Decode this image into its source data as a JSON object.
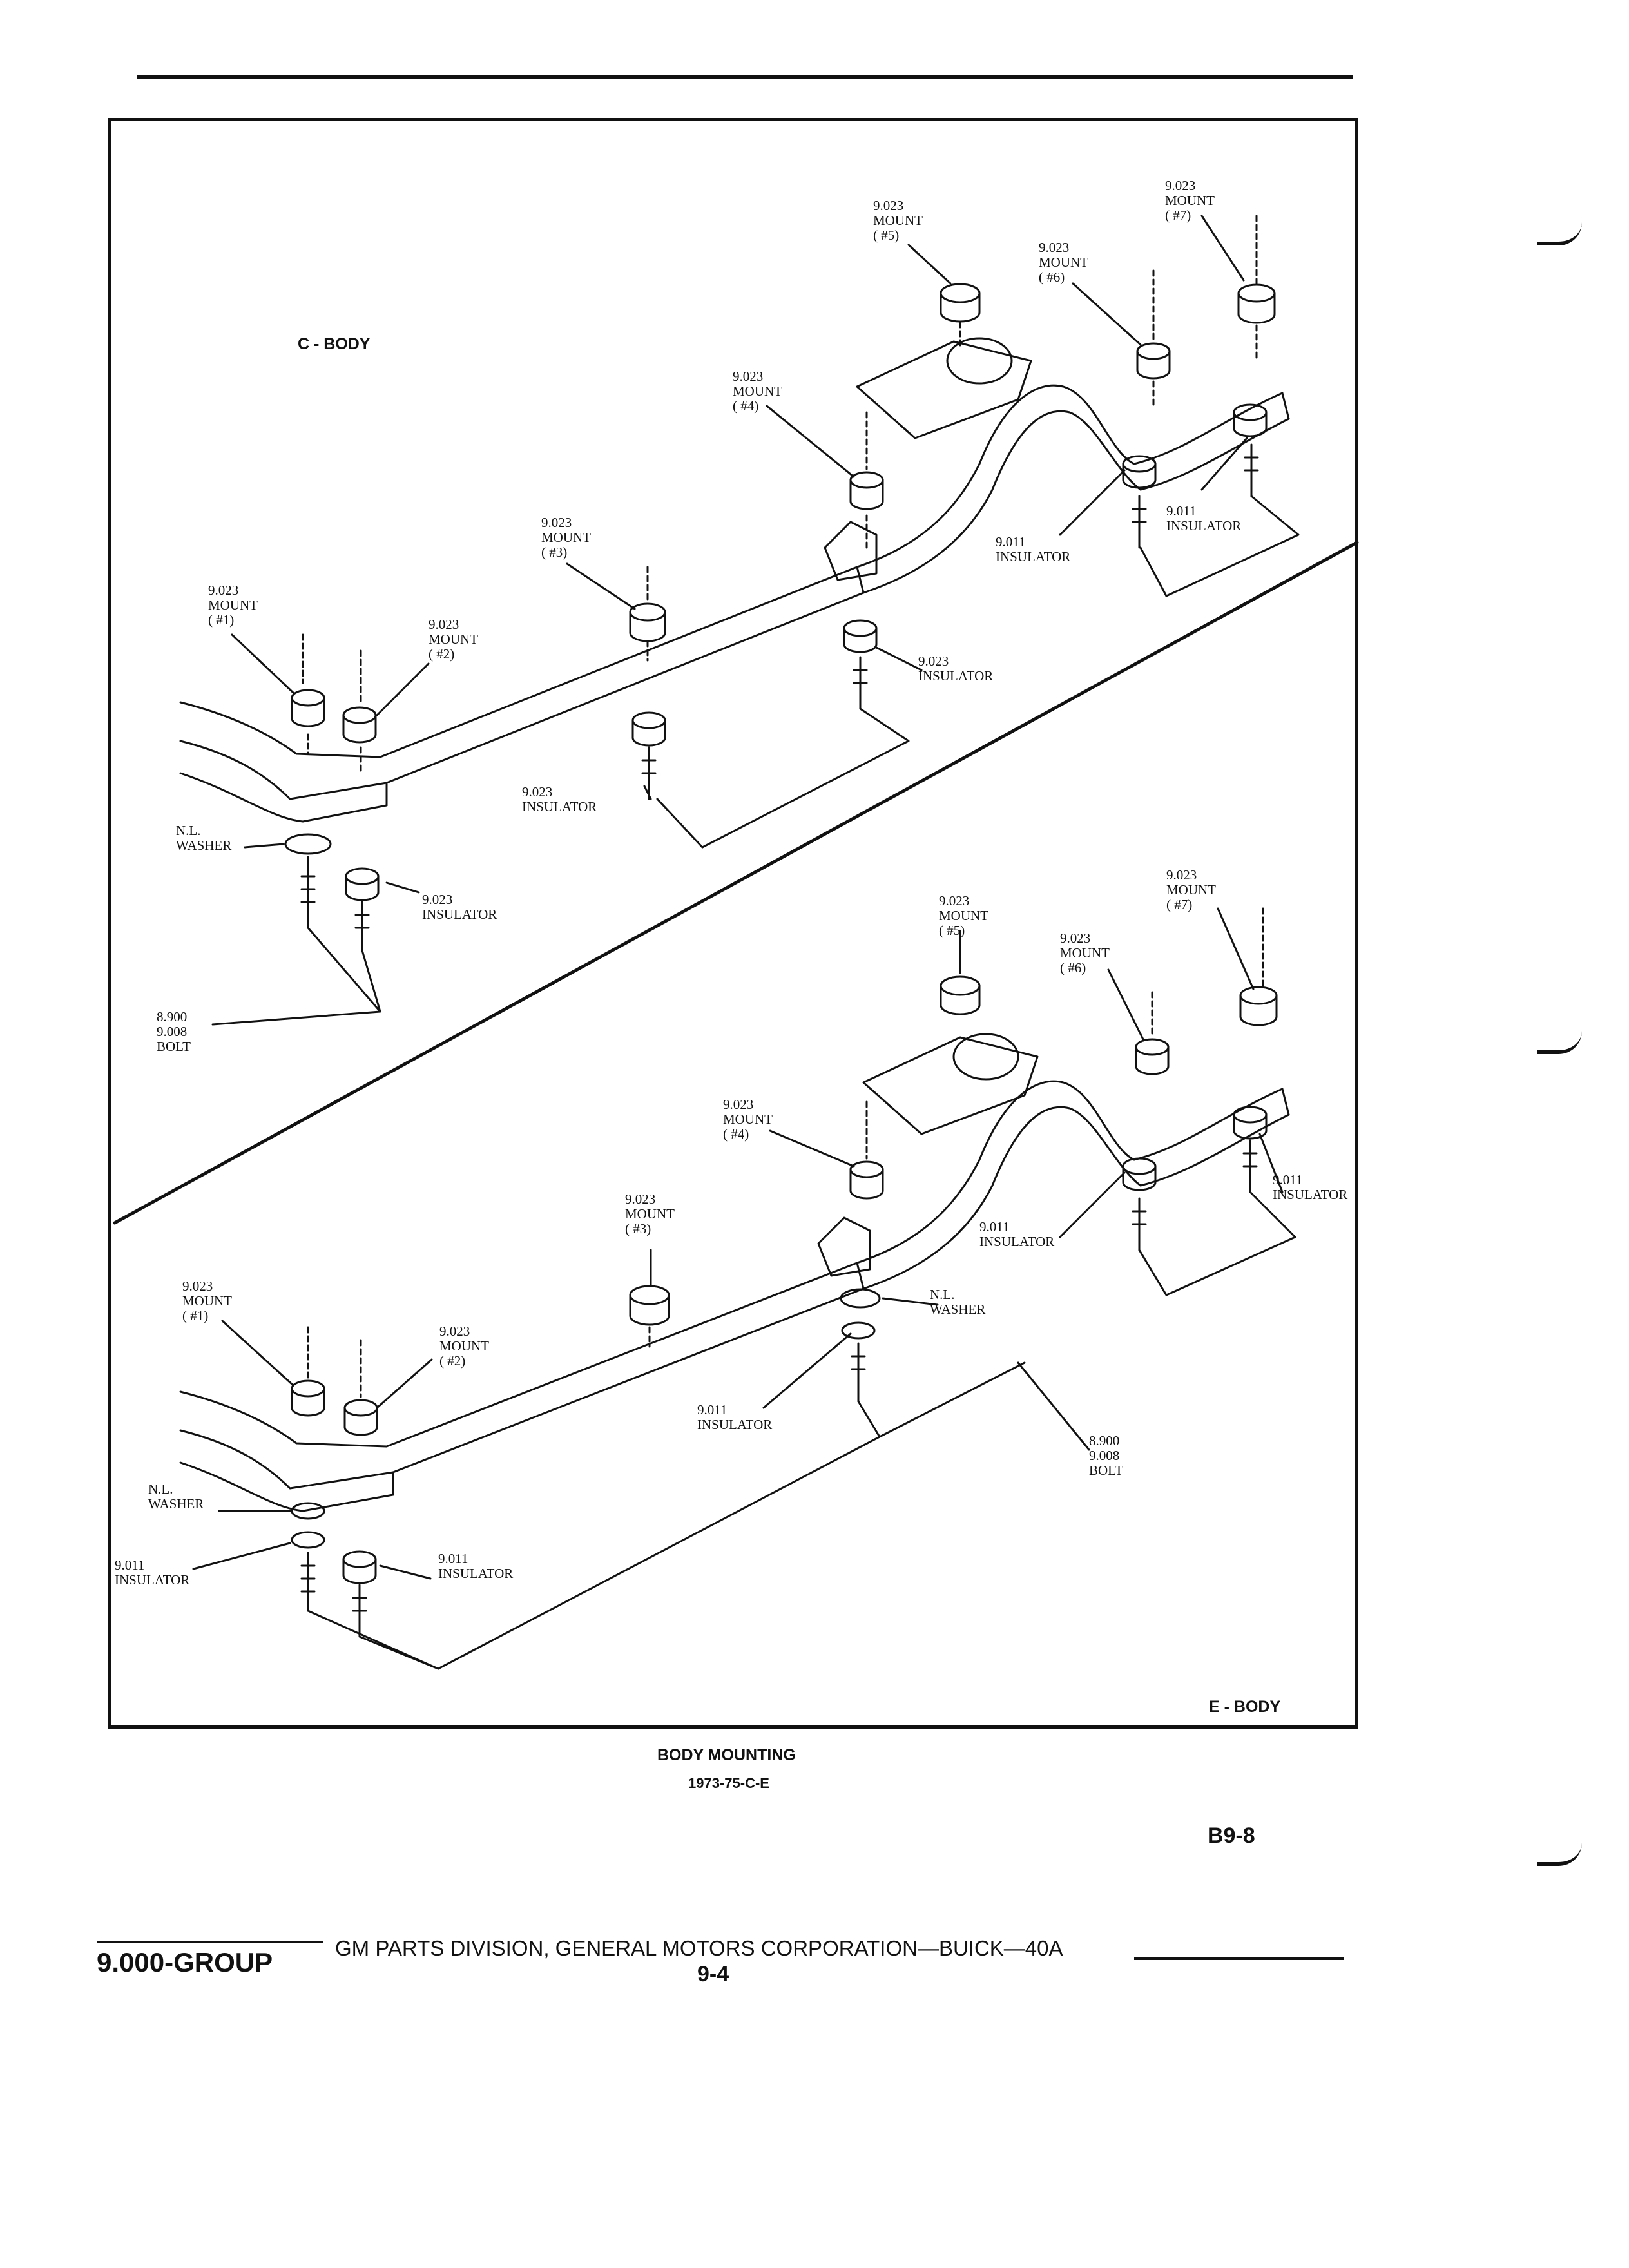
{
  "top_body_label": "C - BODY",
  "bottom_body_label": "E - BODY",
  "caption_title": "BODY MOUNTING",
  "caption_subtitle": "1973-75-C-E",
  "plate_number": "B9-8",
  "footer": {
    "group": "9.000-GROUP",
    "publisher": "GM PARTS DIVISION, GENERAL MOTORS CORPORATION—BUICK—40A",
    "page": "9-4"
  },
  "labels": {
    "c_mount5": "9.023\nMOUNT\n( #5)",
    "c_mount7": "9.023\nMOUNT\n( #7)",
    "c_mount6": "9.023\nMOUNT\n( #6)",
    "c_mount4": "9.023\nMOUNT\n( #4)",
    "c_mount3": "9.023\nMOUNT\n( #3)",
    "c_mount1": "9.023\nMOUNT\n( #1)",
    "c_mount2": "9.023\nMOUNT\n( #2)",
    "c_ins_rear": "9.011\nINSULATOR",
    "c_ins_mid": "9.011\nINSULATOR",
    "c_ins_center": "9.023\nINSULATOR",
    "c_ins_front_mid": "9.023\nINSULATOR",
    "c_washer": "N.L.\nWASHER",
    "c_ins_front": "9.023\nINSULATOR",
    "c_bolt": "8.900\n9.008\nBOLT",
    "e_mount5": "9.023\nMOUNT\n( #5)",
    "e_mount7": "9.023\nMOUNT\n( #7)",
    "e_mount6": "9.023\nMOUNT\n( #6)",
    "e_mount4": "9.023\nMOUNT\n( #4)",
    "e_mount3": "9.023\nMOUNT\n( #3)",
    "e_mount1": "9.023\nMOUNT\n( #1)",
    "e_mount2": "9.023\nMOUNT\n( #2)",
    "e_ins_rear": "9.011\nINSULATOR",
    "e_ins_mid": "9.011\nINSULATOR",
    "e_washer_mid": "N.L.\nWASHER",
    "e_ins_center": "9.011\nINSULATOR",
    "e_bolt": "8.900\n9.008\nBOLT",
    "e_washer_front": "N.L.\nWASHER",
    "e_ins_front_left": "9.011\nINSULATOR",
    "e_ins_front": "9.011\nINSULATOR"
  }
}
